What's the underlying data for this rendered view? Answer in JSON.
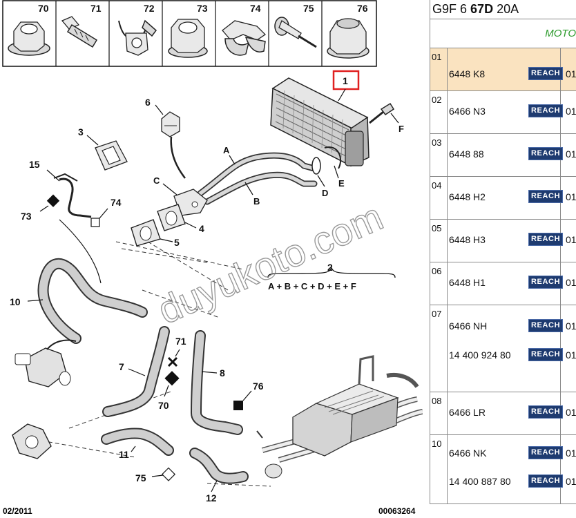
{
  "diagram": {
    "thumbnails": [
      "70",
      "71",
      "72",
      "73",
      "74",
      "75",
      "76"
    ],
    "numbers": {
      "n1": "1",
      "n2": "2",
      "n3": "3",
      "n4": "4",
      "n5": "5",
      "n6": "6",
      "n7": "7",
      "n8": "8",
      "n10": "10",
      "n11": "11",
      "n12": "12",
      "n15": "15",
      "n70": "70",
      "n71": "71",
      "n73": "73",
      "n74": "74",
      "n75": "75",
      "n76": "76"
    },
    "letters": {
      "A": "A",
      "B": "B",
      "C": "C",
      "D": "D",
      "E": "E",
      "F": "F"
    },
    "formula": "A + B + C + D + E + F",
    "watermark": "duyukoto.com",
    "date": "02/2011",
    "code": "00063264"
  },
  "engine": {
    "prefix": "G9F 6",
    "bold": "67D",
    "suffix": "20A"
  },
  "subheader": "MOTO",
  "parts": [
    {
      "index": "01",
      "selected": true,
      "lines": [
        {
          "ref": "6448 K8",
          "badge": "REACH",
          "qty": "01"
        }
      ]
    },
    {
      "index": "02",
      "selected": false,
      "lines": [
        {
          "ref": "6466 N3",
          "badge": "REACH",
          "qty": "01"
        }
      ]
    },
    {
      "index": "03",
      "selected": false,
      "lines": [
        {
          "ref": "6448 88",
          "badge": "REACH",
          "qty": "01"
        }
      ]
    },
    {
      "index": "04",
      "selected": false,
      "lines": [
        {
          "ref": "6448 H2",
          "badge": "REACH",
          "qty": "01"
        }
      ]
    },
    {
      "index": "05",
      "selected": false,
      "lines": [
        {
          "ref": "6448 H3",
          "badge": "REACH",
          "qty": "01"
        }
      ]
    },
    {
      "index": "06",
      "selected": false,
      "lines": [
        {
          "ref": "6448 H1",
          "badge": "REACH",
          "qty": "01"
        }
      ]
    },
    {
      "index": "07",
      "selected": false,
      "lines": [
        {
          "ref": "6466 NH",
          "badge": "REACH",
          "qty": "01"
        },
        {
          "ref": "14 400 924 80",
          "badge": "REACH",
          "qty": "01"
        }
      ]
    },
    {
      "index": "08",
      "selected": false,
      "lines": [
        {
          "ref": "6466 LR",
          "badge": "REACH",
          "qty": "01"
        }
      ]
    },
    {
      "index": "10",
      "selected": false,
      "lines": [
        {
          "ref": "6466 NK",
          "badge": "REACH",
          "qty": "01"
        },
        {
          "ref": "14 400 887 80",
          "badge": "REACH",
          "qty": "01"
        }
      ]
    }
  ],
  "colors": {
    "selected_row": "#fae3c0",
    "reach_badge": "#1e3b70",
    "callout_box": "#e02020",
    "subheader_text": "#2a9a2a"
  }
}
